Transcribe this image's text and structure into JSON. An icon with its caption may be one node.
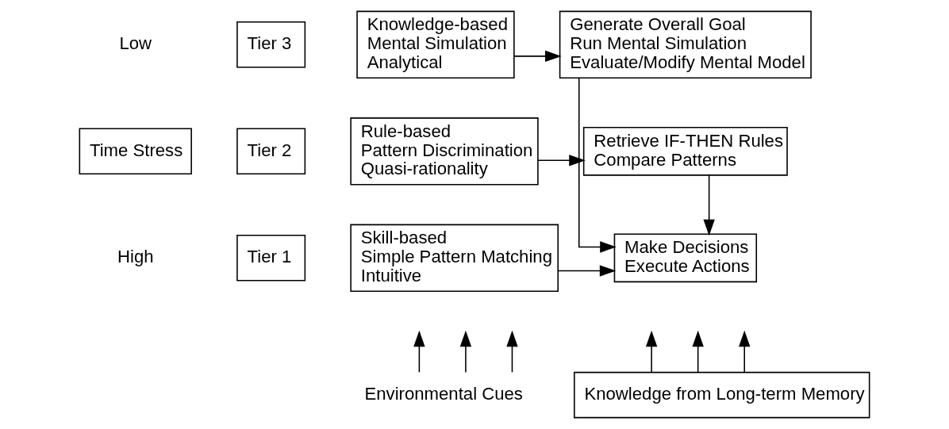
{
  "diagram": {
    "nodes": [
      {
        "text": [
          "Tier 3"
        ]
      },
      {
        "text": [
          "Tier 2"
        ]
      },
      {
        "text": [
          "Tier 1"
        ]
      },
      {
        "text": [
          "Knowledge-based",
          "Mental Simulation",
          "Analytical"
        ]
      },
      {
        "text": [
          "Generate Overall Goal",
          "Run Mental Simulation",
          "Evaluate/Modify Mental Model"
        ]
      },
      {
        "text": [
          "Rule-based",
          "Pattern Discrimination",
          "Quasi-rationality"
        ]
      },
      {
        "text": [
          "Retrieve IF-THEN Rules",
          "Compare Patterns"
        ]
      },
      {
        "text": [
          "Skill-based",
          "Simple Pattern Matching",
          "Intuitive"
        ]
      },
      {
        "text": [
          "Make Decisions",
          "Execute Actions"
        ]
      },
      {
        "text": [
          "Time Stress"
        ]
      },
      {
        "text": [
          "Environmental Cues"
        ]
      },
      {
        "text": [
          "Knowledge from Long-term Memory"
        ]
      }
    ],
    "edges": [
      {
        "from": 3,
        "to": 4,
        "arrow": "to"
      },
      {
        "from": 5,
        "to": 6,
        "arrow": "to"
      },
      {
        "from": 7,
        "to": 8,
        "arrow": "to"
      },
      {
        "from": 4,
        "to": 8,
        "arrow": "to"
      },
      {
        "from": 6,
        "to": 8,
        "arrow": "to"
      },
      {
        "from": 10,
        "to": null,
        "arrow": "to"
      },
      {
        "from": 10,
        "to": null,
        "arrow": "to"
      },
      {
        "from": 10,
        "to": null,
        "arrow": "to"
      },
      {
        "from": 11,
        "to": null,
        "arrow": "to"
      },
      {
        "from": 11,
        "to": null,
        "arrow": "to"
      },
      {
        "from": 11,
        "to": null,
        "arrow": "to"
      }
    ],
    "labels": [
      "Low",
      "High"
    ]
  }
}
